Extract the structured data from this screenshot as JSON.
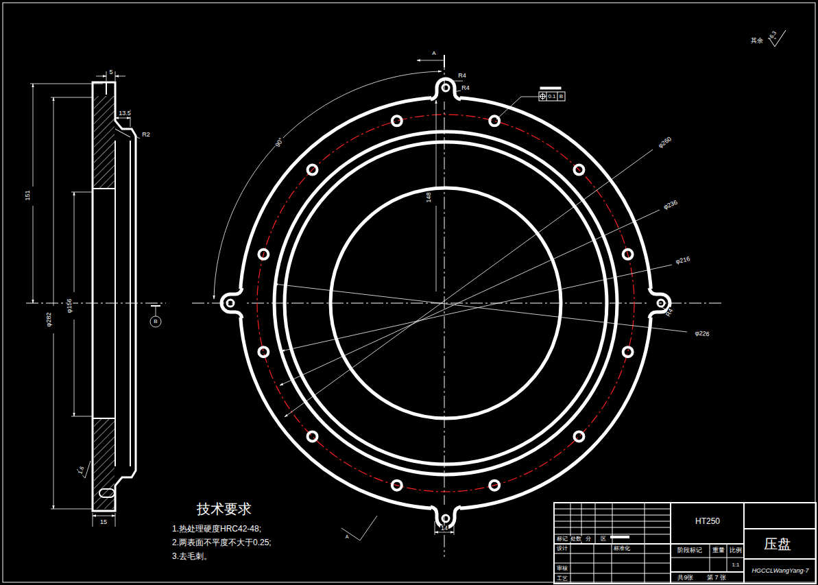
{
  "diagram": {
    "labels": [
      "5",
      "13.5",
      "R2",
      "151",
      "φ282",
      "φ156",
      "15",
      "A",
      "R4",
      "R4",
      "90°",
      "148",
      "φ260",
      "φ236",
      "φ216",
      "φ226",
      "R4",
      "14",
      "0.1",
      "B",
      "其余",
      "6.3",
      "1.6",
      "B",
      "技术要求",
      "1.热处理硬度HRC42-48;",
      "2.两表面不平度不大于0.25;",
      "3.去毛刺。",
      "A",
      "HT250",
      "压盘",
      "标记",
      "处数",
      "分",
      "区",
      "设计",
      "标准化",
      "审核",
      "工艺",
      "阶段标记",
      "重量",
      "比例",
      "1:1",
      "共9张",
      "第 7 张",
      "HGCCLWangYang-7"
    ]
  }
}
